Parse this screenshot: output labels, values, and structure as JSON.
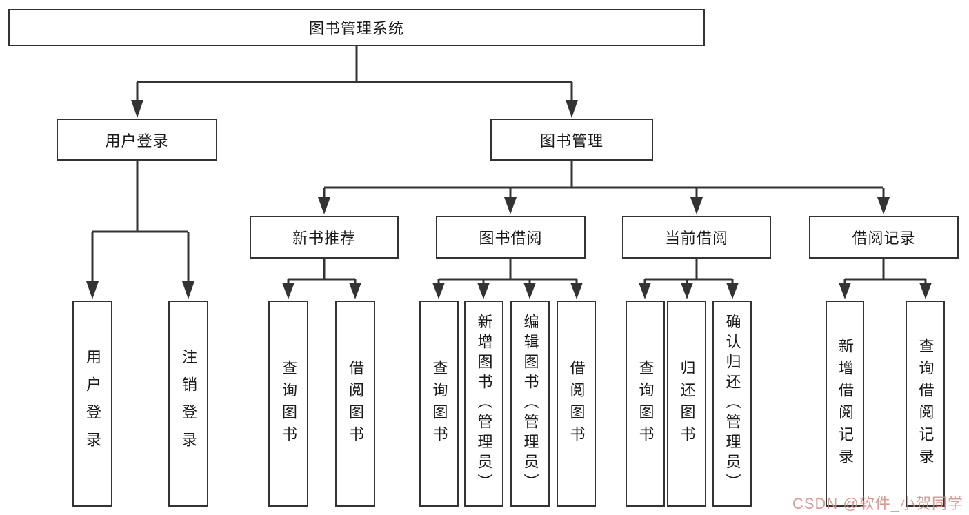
{
  "diagram": {
    "root": {
      "label": "图书管理系统"
    },
    "level1": [
      {
        "label": "用户登录",
        "children": [
          {
            "label": "用户登录"
          },
          {
            "label": "注销登录"
          }
        ]
      },
      {
        "label": "图书管理",
        "children": [
          {
            "label": "新书推荐",
            "children": [
              {
                "label": "查询图书"
              },
              {
                "label": "借阅图书"
              }
            ]
          },
          {
            "label": "图书借阅",
            "children": [
              {
                "label": "查询图书"
              },
              {
                "label": "新增图书（管理员）"
              },
              {
                "label": "编辑图书（管理员）"
              },
              {
                "label": "借阅图书"
              }
            ]
          },
          {
            "label": "当前借阅",
            "children": [
              {
                "label": "查询图书"
              },
              {
                "label": "归还图书"
              },
              {
                "label": "确认归还（管理员）"
              }
            ]
          },
          {
            "label": "借阅记录",
            "children": [
              {
                "label": "新增借阅记录"
              },
              {
                "label": "查询借阅记录"
              }
            ]
          }
        ]
      }
    ]
  },
  "watermark": {
    "text": "CSDN @软件_小贺同学"
  },
  "colors": {
    "background": "#ffffff",
    "line": "#333333",
    "box_border": "#333333",
    "text": "#1a1a1a",
    "watermark": "#d38981"
  }
}
